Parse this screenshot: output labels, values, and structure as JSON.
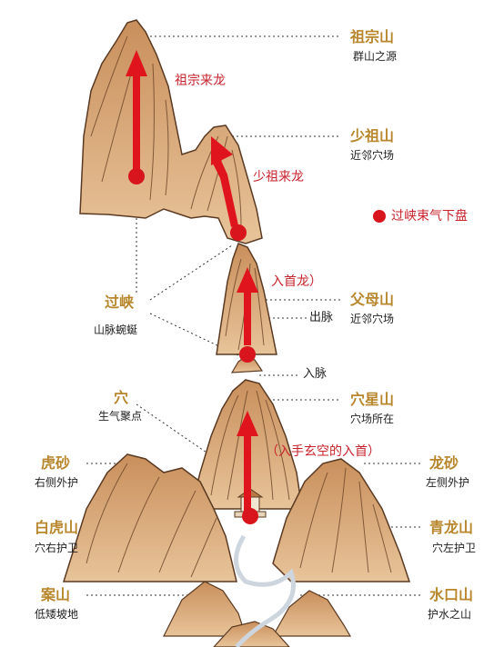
{
  "colors": {
    "mountain_fill": "#d9a676",
    "mountain_stroke": "#5a3a22",
    "arrow": "#e0141c",
    "dot": "#d8141c",
    "label_gold": "#b8862c",
    "label_red": "#c8232c",
    "river": "#cdd6df"
  },
  "left_labels": [
    {
      "id": "guoxia",
      "title": "过峡",
      "sub": "山脉蜿蜒"
    },
    {
      "id": "xue",
      "title": "穴",
      "sub": "生气聚点"
    },
    {
      "id": "husha",
      "title": "虎砂",
      "sub": "右侧外护"
    },
    {
      "id": "baihu",
      "title": "白虎山",
      "sub": "穴右护卫"
    },
    {
      "id": "anshan",
      "title": "案山",
      "sub": "低矮坡地"
    }
  ],
  "right_labels": [
    {
      "id": "zuzong",
      "title": "祖宗山",
      "sub": "群山之源"
    },
    {
      "id": "shaozu",
      "title": "少祖山",
      "sub": "近邻穴场"
    },
    {
      "id": "fumu",
      "title": "父母山",
      "sub": "近邻穴场"
    },
    {
      "id": "xuexing",
      "title": "穴星山",
      "sub": "穴场所在"
    },
    {
      "id": "longsha",
      "title": "龙砂",
      "sub": "左侧外护"
    },
    {
      "id": "qinglong",
      "title": "青龙山",
      "sub": "穴左护卫"
    },
    {
      "id": "shuikou",
      "title": "水口山",
      "sub": "护水之山"
    }
  ],
  "annotations": {
    "zuzong_lailong": "祖宗来龙",
    "shaozu_lailong": "少祖来龙",
    "rushoulong": "入首龙）",
    "chumai": "出脉",
    "rumai": "入脉",
    "rushou_text": "（入手玄空的入首）"
  },
  "legend": {
    "label": "过峡束气下盘",
    "icon": "red-dot"
  }
}
